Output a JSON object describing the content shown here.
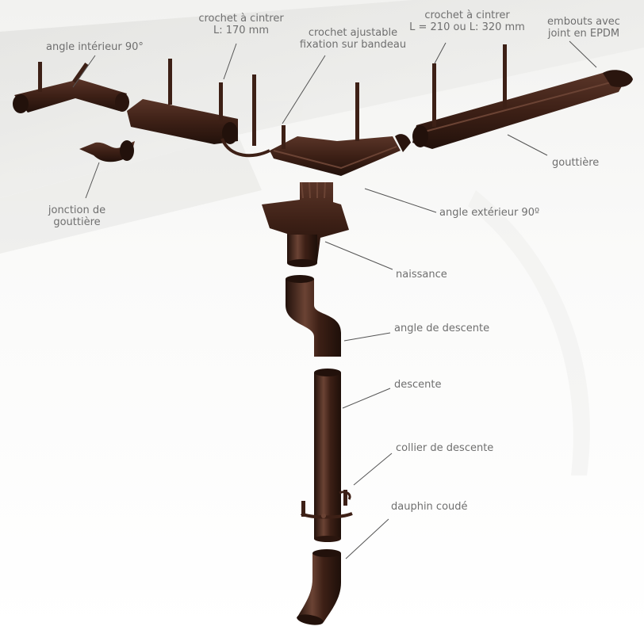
{
  "labels": {
    "angle_interieur": "angle intérieur 90°",
    "crochet_170_title": "crochet à cintrer",
    "crochet_170_len": "L: 170 mm",
    "crochet_ajustable_1": "crochet ajustable",
    "crochet_ajustable_2": "fixation sur bandeau",
    "crochet_210_title": "crochet à cintrer",
    "crochet_210_len": "L = 210 ou L: 320 mm",
    "embouts_1": "embouts avec",
    "embouts_2": "joint en EPDM",
    "gouttiere": "gouttière",
    "jonction_1": "jonction de",
    "jonction_2": "gouttière",
    "angle_exterieur": "angle extérieur 90º",
    "naissance": "naissance",
    "angle_descente": "angle de descente",
    "descente": "descente",
    "collier": "collier de descente",
    "dauphin": "dauphin coudé"
  },
  "colors": {
    "product": "#3d2016",
    "product_light": "#6b4334",
    "product_dark": "#22110b",
    "leader_line": "#555555",
    "label_text": "#6f6f6f"
  }
}
